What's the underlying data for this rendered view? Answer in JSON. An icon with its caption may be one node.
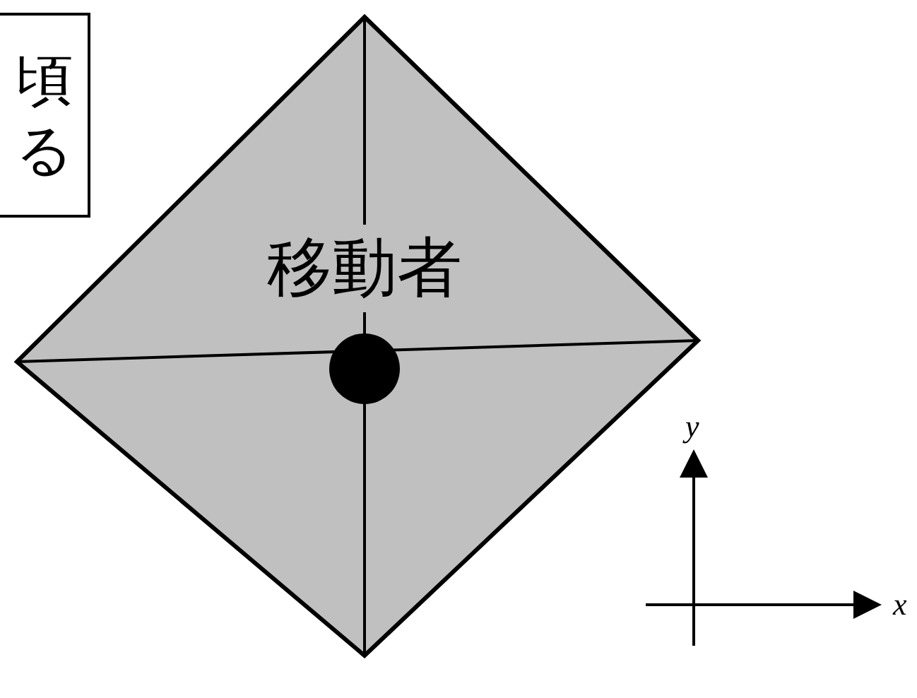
{
  "diagram": {
    "nodes": [
      {
        "text": [
          "頃",
          "る"
        ]
      },
      {
        "text": [
          "移動者"
        ]
      }
    ],
    "labels": [
      "y",
      "x"
    ]
  }
}
